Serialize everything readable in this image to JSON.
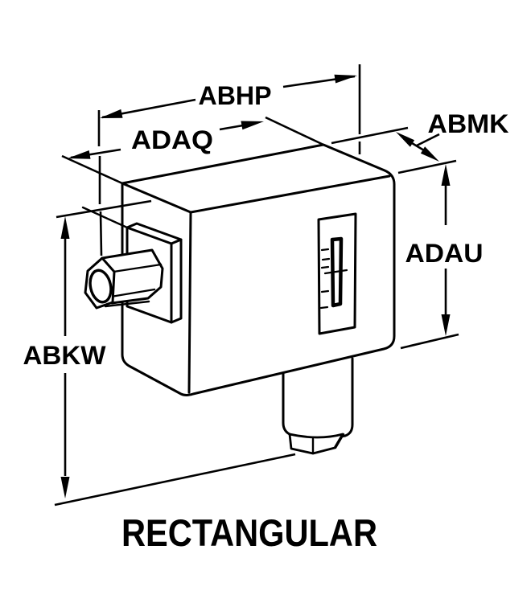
{
  "figure": {
    "title": "RECTANGULAR",
    "labels": {
      "abhp": "ABHP",
      "adaq": "ADAQ",
      "abmk": "ABMK",
      "adau": "ADAU",
      "abkw": "ABKW"
    },
    "colors": {
      "line": "#000000",
      "background": "#ffffff"
    }
  }
}
